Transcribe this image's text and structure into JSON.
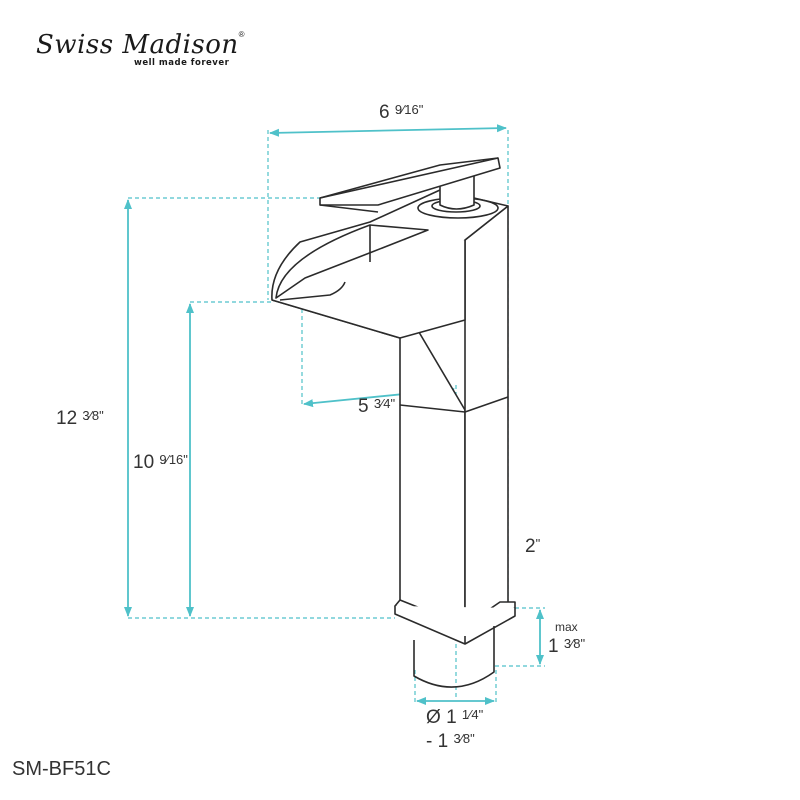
{
  "brand": {
    "name": "Swiss Madison",
    "registered_mark": "®",
    "tagline": "well made forever"
  },
  "model_number": "SM-BF51C",
  "accent_color": "#4fc1c9",
  "line_color": "#2b2b2b",
  "dimensions": {
    "overall_width": {
      "whole": "6",
      "fraction": "9⁄16",
      "unit": "\""
    },
    "overall_height": {
      "whole": "12",
      "fraction": "3⁄8",
      "unit": "\""
    },
    "spout_height": {
      "whole": "10",
      "fraction": "9⁄16",
      "unit": "\""
    },
    "spout_reach": {
      "whole": "5",
      "fraction": "3⁄4",
      "unit": "\""
    },
    "body_width": {
      "whole": "2",
      "fraction": "",
      "unit": "\""
    },
    "max_deck_thickness": {
      "label": "max",
      "whole": "1",
      "fraction": "3⁄8",
      "unit": "\""
    },
    "hole_diameter": {
      "symbol": "Ø",
      "whole": "1",
      "fraction": "1⁄4",
      "unit": "\"",
      "range_prefix": "- ",
      "range_whole": "1",
      "range_fraction": "3⁄8",
      "range_unit": "\""
    }
  }
}
